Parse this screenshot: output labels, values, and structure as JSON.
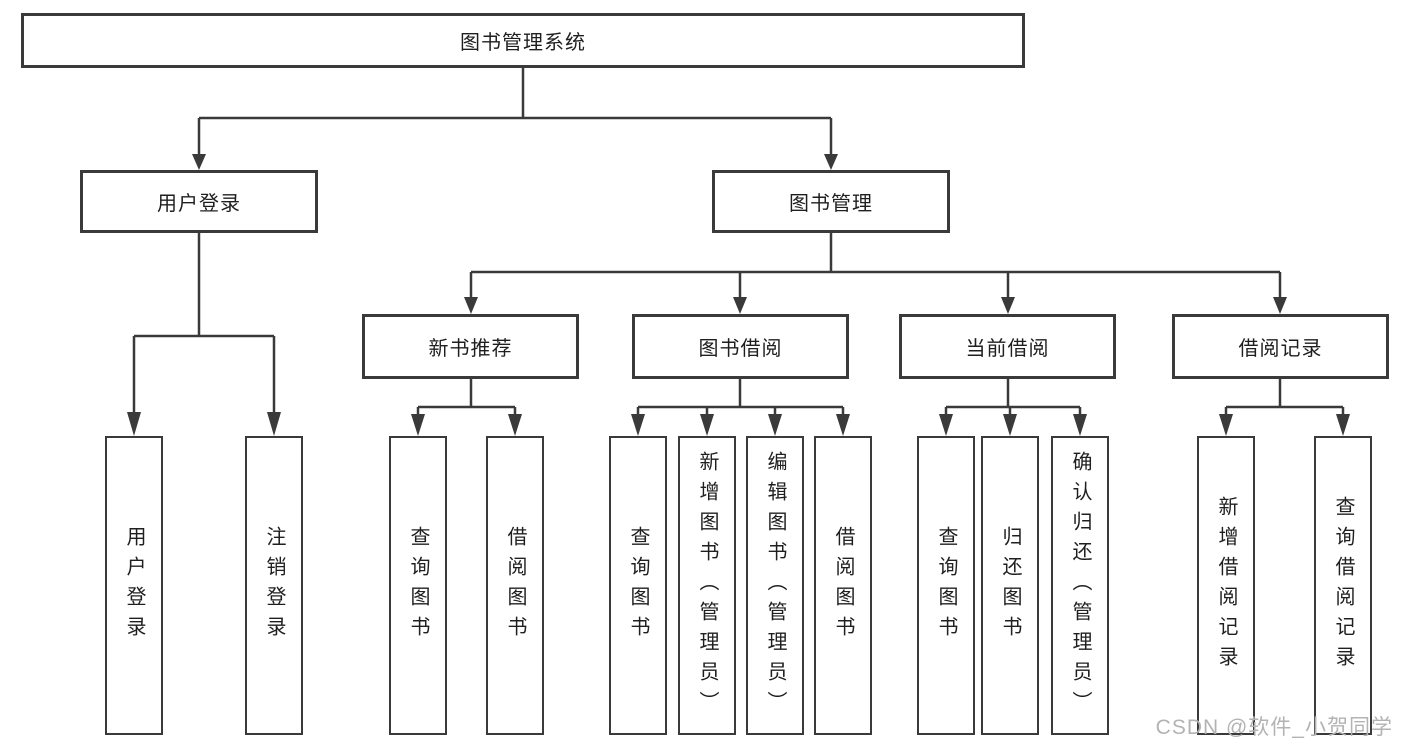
{
  "tree": {
    "root": "图书管理系统",
    "branches": [
      {
        "label": "用户登录",
        "children": [
          "用户登录",
          "注销登录"
        ]
      },
      {
        "label": "图书管理",
        "groups": [
          {
            "label": "新书推荐",
            "children": [
              "查询图书",
              "借阅图书"
            ]
          },
          {
            "label": "图书借阅",
            "children": [
              "查询图书",
              "新增图书（管理员）",
              "编辑图书（管理员）",
              "借阅图书"
            ]
          },
          {
            "label": "当前借阅",
            "children": [
              "查询图书",
              "归还图书",
              "确认归还（管理员）"
            ]
          },
          {
            "label": "借阅记录",
            "children": [
              "新增借阅记录",
              "查询借阅记录"
            ]
          }
        ]
      }
    ]
  },
  "watermark": "CSDN @软件_小贺同学",
  "colors": {
    "line": "#3a3a3a",
    "text": "#1f1f1f",
    "watermark": "#b3b3b3",
    "background": "#ffffff"
  }
}
